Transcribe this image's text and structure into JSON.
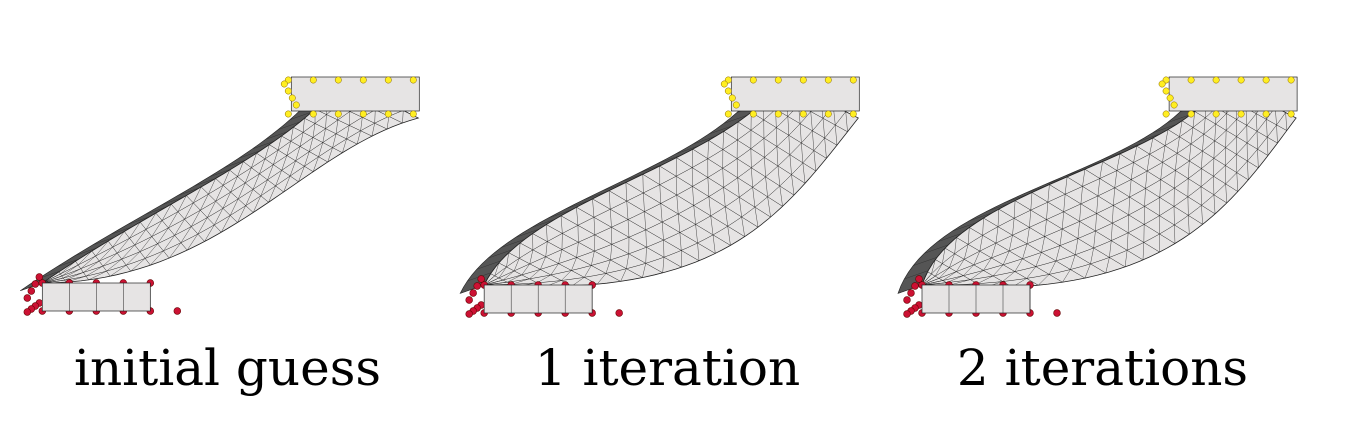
{
  "figure": {
    "panels": [
      {
        "caption": "initial guess",
        "variant": "initial"
      },
      {
        "caption": "1 iteration",
        "variant": "iter1"
      },
      {
        "caption": "2 iterations",
        "variant": "iter2"
      }
    ],
    "colors": {
      "face_light": "#e6e4e4",
      "face_dark": "#555555",
      "edge": "#222222",
      "fixed_end_points": "#cc1133",
      "free_end_points": "#ffee22",
      "background": "#ffffff"
    }
  }
}
